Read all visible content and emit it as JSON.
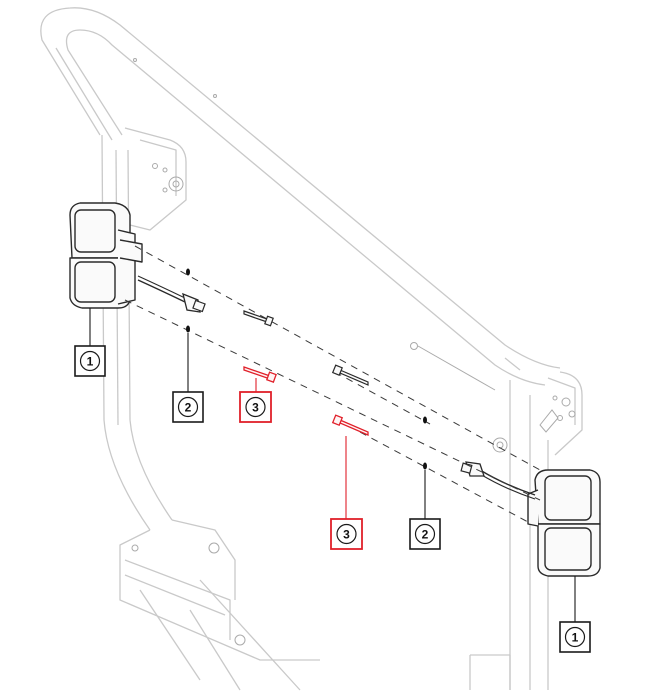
{
  "diagram": {
    "callouts": [
      {
        "id": "callout-left-lamp",
        "label": "1",
        "color": "#1a1a1a"
      },
      {
        "id": "callout-left-washer",
        "label": "2",
        "color": "#1a1a1a"
      },
      {
        "id": "callout-left-bolt",
        "label": "3",
        "color": "#e0202a"
      },
      {
        "id": "callout-right-bolt",
        "label": "3",
        "color": "#e0202a"
      },
      {
        "id": "callout-right-washer",
        "label": "2",
        "color": "#1a1a1a"
      },
      {
        "id": "callout-right-lamp",
        "label": "1",
        "color": "#1a1a1a"
      }
    ],
    "colors": {
      "frame": "#c8c8c8",
      "part": "#2a2a2a",
      "highlight": "#e0202a"
    }
  }
}
